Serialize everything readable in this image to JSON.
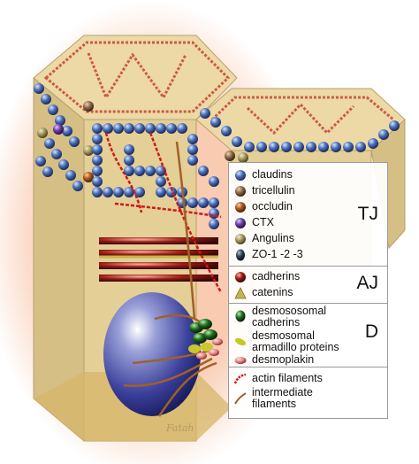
{
  "legend": {
    "tj": {
      "group": "TJ",
      "items": [
        {
          "label": "claudins",
          "color": "#3a5fa8",
          "icon": "claudin-bead-icon"
        },
        {
          "label": "tricellulin",
          "color": "#8a6a4a",
          "icon": "tricellulin-bead-icon"
        },
        {
          "label": "occludin",
          "color": "#a8591e",
          "icon": "occludin-bead-icon"
        },
        {
          "label": "CTX",
          "color": "#6a3fa0",
          "icon": "ctx-bead-icon"
        },
        {
          "label": "Angulins",
          "color": "#a39a5e",
          "icon": "angulin-bead-icon"
        },
        {
          "label": "ZO-1 -2 -3",
          "color": "#2e3e52",
          "icon": "zo-bead-icon"
        }
      ]
    },
    "aj": {
      "group": "AJ",
      "items": [
        {
          "label": "cadherins",
          "color": "#7a1414",
          "icon": "cadherin-bead-icon"
        },
        {
          "label": "catenins",
          "color": "#c9b44a",
          "icon": "catenin-cone-icon"
        }
      ]
    },
    "d": {
      "group": "D",
      "items": [
        {
          "label": "desmososomal cadherins",
          "line1": "desmososomal",
          "line2": "cadherins",
          "color": "#1e6a1e",
          "icon": "desmosomal-cadherin-icon"
        },
        {
          "label": "desmosomal armadillo proteins",
          "line1": "desmosomal",
          "line2": "armadillo proteins",
          "color": "#c8c82a",
          "icon": "armadillo-protein-icon"
        },
        {
          "label": "desmoplakin",
          "color": "#e08080",
          "icon": "desmoplakin-icon"
        }
      ]
    },
    "filaments": {
      "items": [
        {
          "label": "actin filaments",
          "color": "#cc1a1a",
          "icon": "actin-filament-icon"
        },
        {
          "label": "intermediate filaments",
          "line1": "intermediate",
          "line2": "filaments",
          "color": "#a0602a",
          "icon": "intermediate-filament-icon"
        }
      ]
    }
  },
  "signature": "Fatah"
}
